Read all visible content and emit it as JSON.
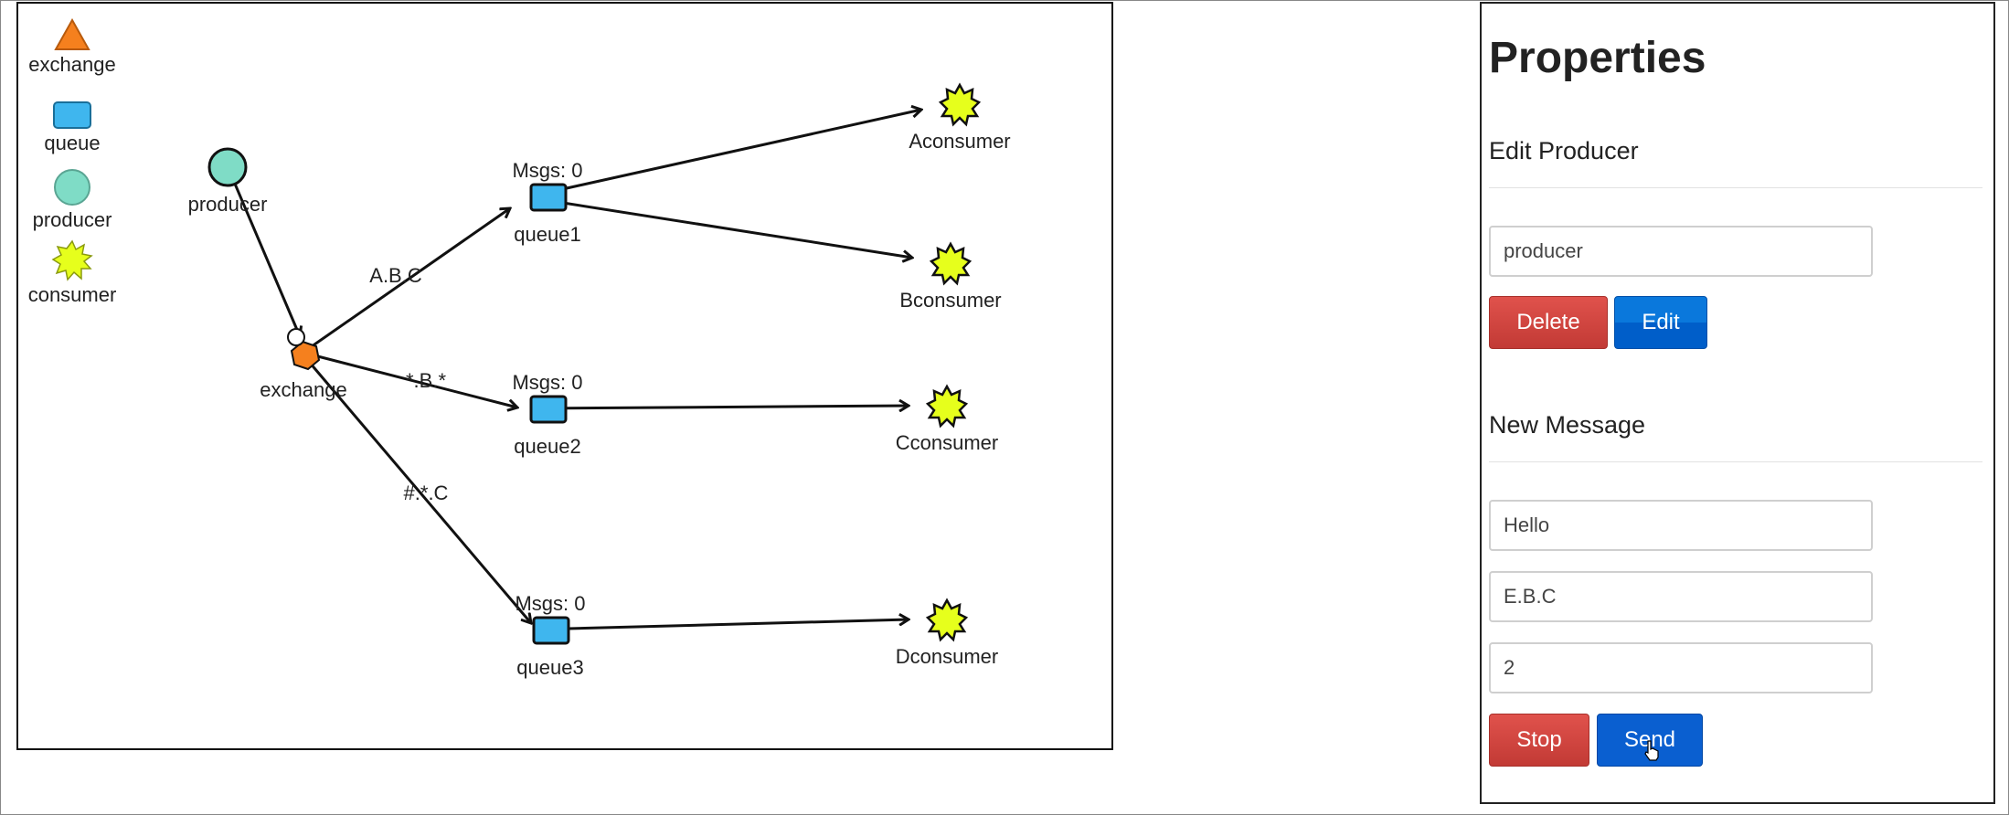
{
  "palette": {
    "items": [
      {
        "label": "exchange",
        "icon": "triangle-icon",
        "color": "#f5801e"
      },
      {
        "label": "queue",
        "icon": "square-icon",
        "color": "#3fb6ee"
      },
      {
        "label": "producer",
        "icon": "circle-icon",
        "color": "#7fdcc6"
      },
      {
        "label": "consumer",
        "icon": "starburst-icon",
        "color": "#e6ff1c"
      }
    ]
  },
  "graph": {
    "producer": "producer",
    "exchange": "exchange",
    "queues": [
      {
        "name": "queue1",
        "msgs": "Msgs: 0"
      },
      {
        "name": "queue2",
        "msgs": "Msgs: 0"
      },
      {
        "name": "queue3",
        "msgs": "Msgs: 0"
      }
    ],
    "bindings": [
      "A.B.C",
      "*.B.*",
      "#.*.C"
    ],
    "consumers": [
      "Aconsumer",
      "Bconsumer",
      "Cconsumer",
      "Dconsumer"
    ]
  },
  "properties": {
    "title": "Properties",
    "edit_section": "Edit Producer",
    "name_value": "producer",
    "delete_label": "Delete",
    "edit_label": "Edit",
    "message_section": "New Message",
    "message_value": "Hello",
    "routing_key_value": "E.B.C",
    "count_value": "2",
    "stop_label": "Stop",
    "send_label": "Send"
  }
}
